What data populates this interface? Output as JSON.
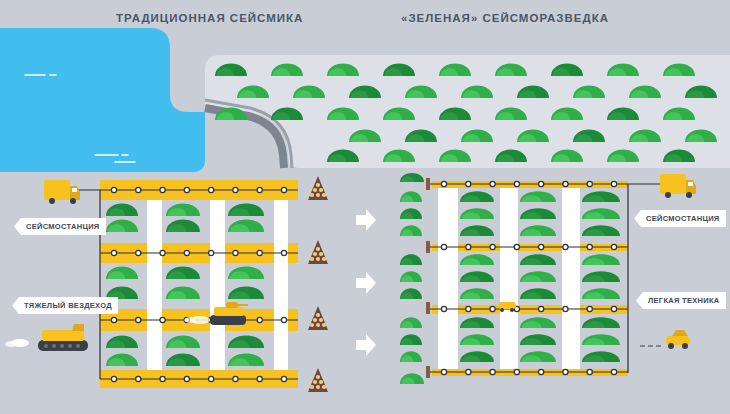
{
  "diagram": {
    "nodes": [
      {
        "text": [
          "СЕЙСМОСТАНЦИЯ"
        ]
      },
      {
        "text": [
          "ТЯЖЕЛЫЙ ВЕЗДЕХОД"
        ]
      },
      {
        "text": [
          "СЕЙСМОСТАНЦИЯ"
        ]
      },
      {
        "text": [
          "ЛЕГКАЯ ТЕХНИКА"
        ]
      }
    ],
    "labels": [
      "ТРАДИЦИОННАЯ СЕЙСМИКА",
      "«ЗЕЛЕНАЯ» СЕЙСМОРАЗВЕДКА"
    ]
  }
}
